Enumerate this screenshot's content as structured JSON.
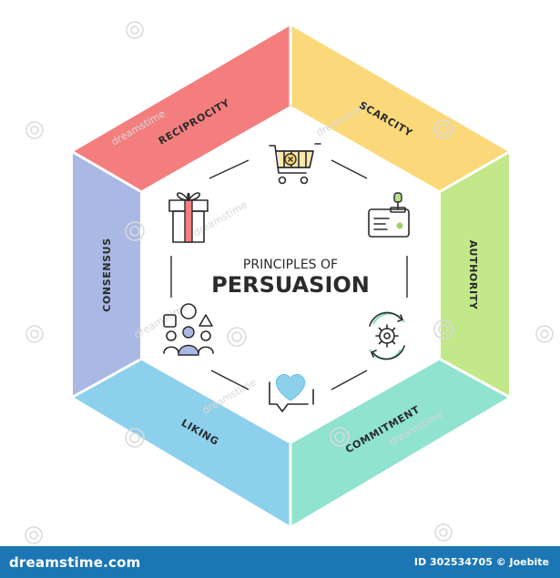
{
  "title": {
    "line1": "PRINCIPLES OF",
    "line2": "PERSUASION"
  },
  "segments": [
    {
      "label": "RECIPROCITY",
      "color": "#f47e7e",
      "icon": "gift-icon"
    },
    {
      "label": "SCARCITY",
      "color": "#fbd97a",
      "icon": "shopping-cart-icon"
    },
    {
      "label": "AUTHORITY",
      "color": "#c2e889",
      "icon": "stamp-certificate-icon"
    },
    {
      "label": "COMMITMENT",
      "color": "#8fe3cf",
      "icon": "gear-cycle-icon"
    },
    {
      "label": "LIKING",
      "color": "#8dd0ec",
      "icon": "heart-chat-icon"
    },
    {
      "label": "CONSENSUS",
      "color": "#aab8e4",
      "icon": "group-people-icon"
    }
  ],
  "watermark": "dreamstime",
  "footer": {
    "logo": "dreamstime.com",
    "credit": "ID 302534705 © Joebite"
  }
}
